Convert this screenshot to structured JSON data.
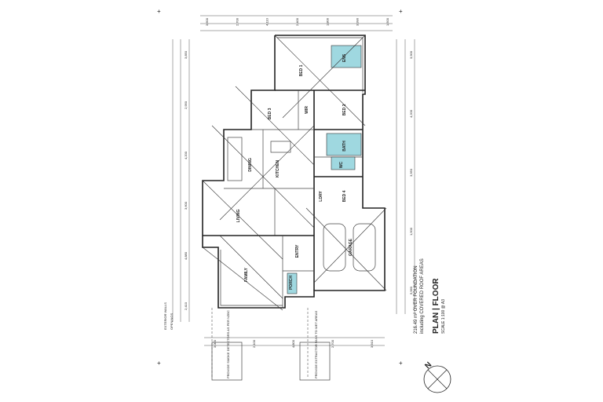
{
  "drawing": {
    "rotation_deg": -90,
    "title": "PLAN | FLOOR",
    "scale": "SCALE 1:100 @ A3",
    "area_note_1": "216.49 m² OVER FOUNDATION",
    "area_note_2": "including COVERED ROOF AREAS",
    "north_label": "N"
  },
  "rooms": [
    {
      "id": "ensuite-bed",
      "label": "BED 1"
    },
    {
      "id": "wir",
      "label": "WIR"
    },
    {
      "id": "bed2",
      "label": "BED 2"
    },
    {
      "id": "bed3",
      "label": "BED 3"
    },
    {
      "id": "bed4",
      "label": "BED 4"
    },
    {
      "id": "bath",
      "label": "BATH"
    },
    {
      "id": "wc",
      "label": "WC"
    },
    {
      "id": "ens",
      "label": "ENS"
    },
    {
      "id": "kitchen",
      "label": "KITCHEN"
    },
    {
      "id": "dining",
      "label": "DINING"
    },
    {
      "id": "living",
      "label": "LIVING"
    },
    {
      "id": "family",
      "label": "FAMILY"
    },
    {
      "id": "laundry",
      "label": "LDRY"
    },
    {
      "id": "entry",
      "label": "ENTRY"
    },
    {
      "id": "garage",
      "label": "GARAGE"
    },
    {
      "id": "porch",
      "label": "PORCH"
    }
  ],
  "dimensions": {
    "top": [
      "3,600",
      "2,700",
      "4,110",
      "2,400",
      "1,800",
      "3,990",
      "1,500"
    ],
    "left": [
      "3,850",
      "2,950",
      "4,200",
      "3,600",
      "4,880",
      "2,410"
    ],
    "right": [
      "3,900",
      "4,200",
      "3,950",
      "1,500",
      "5,960"
    ],
    "bottom": [
      "3,000",
      "2,100",
      "4,800",
      "2,700",
      "3,910"
    ]
  },
  "notes": {
    "exterior_walls": "EXTERIOR WALLS",
    "openings": "OPENINGS",
    "note_a": "PROVIDE SMOKE DETECTORS AS PER NZBC",
    "note_b": "PROVIDE EXTRACTOR FANS TO WET AREAS"
  },
  "colors": {
    "wet_area": "#9fd8e0",
    "line": "#222222"
  }
}
